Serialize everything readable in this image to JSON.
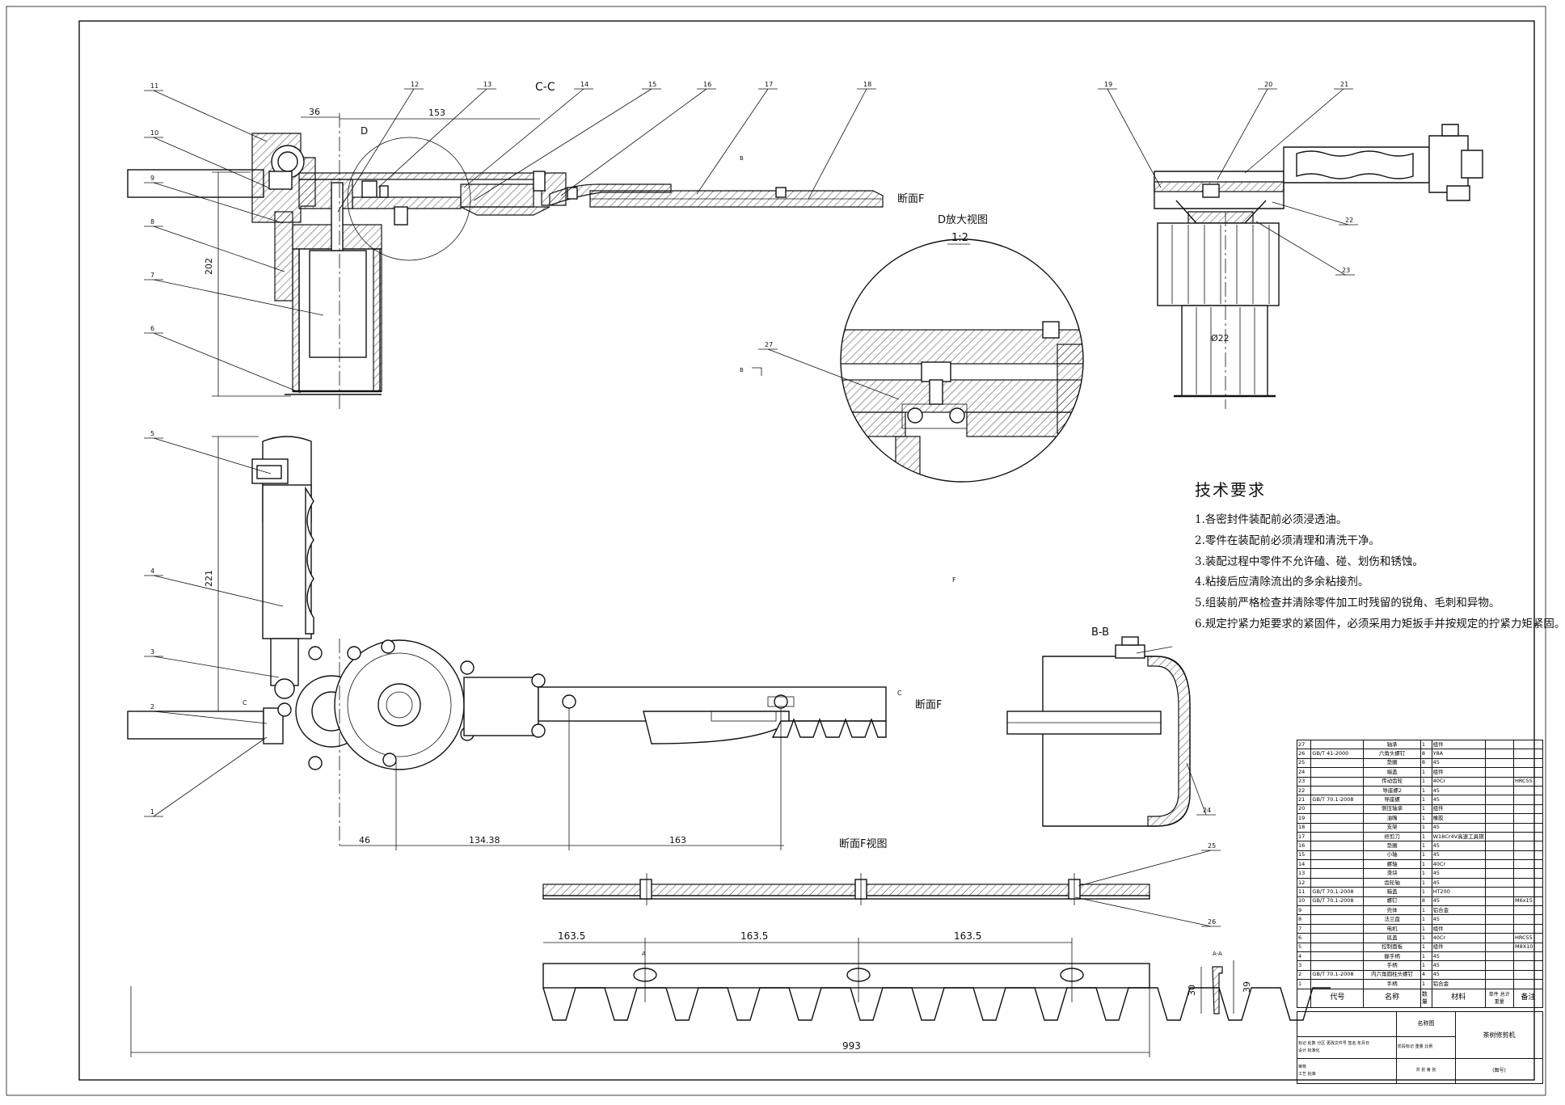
{
  "views": {
    "cc_title": "C-C",
    "d_label": "D",
    "section_f": "断面F",
    "section_f2": "断面F",
    "d_detail_title": "D放大视图",
    "d_detail_scale": "1:2",
    "bb_title": "B-B",
    "f_view_title": "断面F视图",
    "c_mark": "C",
    "c_mark2": "C",
    "b_mark": "B",
    "b_mark2": "B",
    "f_mark": "F",
    "a_mark": "A",
    "aa_mark": "A-A",
    "dia22": "Ø22"
  },
  "dimensions": {
    "d36": "36",
    "d153": "153",
    "d202": "202",
    "d221": "221",
    "d46": "46",
    "d134": "134.38",
    "d163": "163",
    "d1635a": "163.5",
    "d1635b": "163.5",
    "d1635c": "163.5",
    "d993": "993",
    "d30": "30",
    "d39": "39"
  },
  "balloons": [
    "1",
    "2",
    "3",
    "4",
    "5",
    "6",
    "7",
    "8",
    "9",
    "10",
    "11",
    "12",
    "13",
    "14",
    "15",
    "16",
    "17",
    "18",
    "19",
    "20",
    "21",
    "22",
    "23",
    "24",
    "25",
    "26",
    "27"
  ],
  "tech_req": {
    "title": "技术要求",
    "items": [
      "1.各密封件装配前必须浸透油。",
      "2.零件在装配前必须清理和清洗干净。",
      "3.装配过程中零件不允许磕、碰、划伤和锈蚀。",
      "4.粘接后应清除流出的多余粘接剂。",
      "5.组装前严格检查并清除零件加工时残留的锐角、毛刺和异物。",
      "6.规定拧紧力矩要求的紧固件，必须采用力矩扳手并按规定的拧紧力矩紧固。"
    ]
  },
  "bom": [
    [
      "27",
      "",
      "轴承",
      "1",
      "组件",
      "",
      ""
    ],
    [
      "26",
      "GB/T 41-2000",
      "六角头螺钉",
      "8",
      "Y8A",
      "",
      ""
    ],
    [
      "25",
      "",
      "垫圈",
      "8",
      "45",
      "",
      ""
    ],
    [
      "24",
      "",
      "端盖",
      "1",
      "组件",
      "",
      ""
    ],
    [
      "23",
      "",
      "传动齿轮",
      "1",
      "40Cr",
      "",
      "HRC55"
    ],
    [
      "22",
      "",
      "导座螺2",
      "1",
      "45",
      "",
      ""
    ],
    [
      "21",
      "GB/T 70.1-2008",
      "导座螺",
      "1",
      "45",
      "",
      ""
    ],
    [
      "20",
      "",
      "侧压轴承",
      "1",
      "组件",
      "",
      ""
    ],
    [
      "19",
      "",
      "油嘴",
      "1",
      "橡胶",
      "",
      ""
    ],
    [
      "18",
      "",
      "支架",
      "1",
      "45",
      "",
      ""
    ],
    [
      "17",
      "",
      "修剪刀",
      "1",
      "W18Cr4V高速工具钢",
      "",
      ""
    ],
    [
      "16",
      "",
      "垫圈",
      "1",
      "45",
      "",
      ""
    ],
    [
      "15",
      "",
      "小轴",
      "1",
      "45",
      "",
      ""
    ],
    [
      "14",
      "",
      "螺轴",
      "1",
      "40Cr",
      "",
      ""
    ],
    [
      "13",
      "",
      "滑块",
      "1",
      "45",
      "",
      ""
    ],
    [
      "12",
      "",
      "齿轮轴",
      "1",
      "45",
      "",
      ""
    ],
    [
      "11",
      "GB/T 70.1-2008",
      "箱盖",
      "1",
      "HT200",
      "",
      ""
    ],
    [
      "10",
      "GB/T 70.1-2008",
      "螺钉",
      "8",
      "45",
      "",
      "M6x15"
    ],
    [
      "9",
      "",
      "壳体",
      "1",
      "铝合金",
      "",
      ""
    ],
    [
      "8",
      "",
      "法兰盘",
      "1",
      "45",
      "",
      ""
    ],
    [
      "7",
      "",
      "电机",
      "1",
      "组件",
      "",
      ""
    ],
    [
      "6",
      "",
      "底盖",
      "1",
      "40Cr",
      "",
      "HRC55"
    ],
    [
      "5",
      "",
      "控制面板",
      "1",
      "组件",
      "",
      "M8X10"
    ],
    [
      "4",
      "",
      "握手柄",
      "1",
      "45",
      "",
      ""
    ],
    [
      "3",
      "",
      "手柄",
      "1",
      "45",
      "",
      ""
    ],
    [
      "2",
      "GB/T 70.1-2008",
      "内六角圆柱头螺钉",
      "4",
      "45",
      "",
      ""
    ],
    [
      "1",
      "",
      "手柄",
      "1",
      "铝合金",
      "",
      ""
    ]
  ],
  "bom_header": {
    "c_code": "代号",
    "c_name": "名称",
    "c_qty": "数量",
    "c_mat": "材料",
    "c_unit": "单件",
    "c_total": "总计",
    "c_weight": "重量",
    "c_note": "备注"
  },
  "title_block": {
    "product": "茶树修剪机",
    "material_ph": "名称图",
    "drawing_no": "(图号)",
    "labels": [
      "标记",
      "处数",
      "分区",
      "更改文件号",
      "签名",
      "年月日",
      "设计",
      "标准化",
      "阶段标记",
      "重量",
      "比例",
      "审核",
      "工艺",
      "批准",
      "共 张 第 张"
    ]
  }
}
